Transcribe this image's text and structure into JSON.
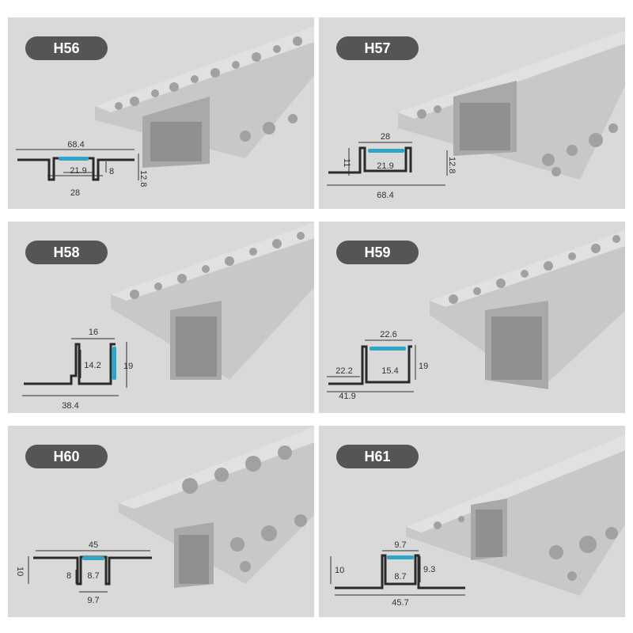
{
  "panels": [
    {
      "model": "H56",
      "dims": {
        "top": "68.4",
        "inner": "21.9",
        "depth_small": "8",
        "height": "12.8",
        "bottom": "28"
      }
    },
    {
      "model": "H57",
      "dims": {
        "top": "28",
        "side": "11",
        "inner": "21.9",
        "height": "12.8",
        "bottom": "68.4"
      }
    },
    {
      "model": "H58",
      "dims": {
        "top": "16",
        "inner": "14.2",
        "height": "19",
        "bottom": "38.4"
      }
    },
    {
      "model": "H59",
      "dims": {
        "top": "22.6",
        "left": "22.2",
        "inner": "15.4",
        "height": "19",
        "bottom": "41.9"
      }
    },
    {
      "model": "H60",
      "dims": {
        "top": "45",
        "side": "10",
        "depth_small": "8",
        "inner": "8.7",
        "bottom": "9.7"
      }
    },
    {
      "model": "H61",
      "dims": {
        "top": "9.7",
        "side": "10",
        "inner": "8.7",
        "height": "9.3",
        "bottom": "45.7"
      }
    }
  ],
  "colors": {
    "panel_bg": "#d9d9d9",
    "badge_bg": "#555557",
    "profile": "#2a2a2a",
    "led": "#2fa6c7",
    "aluminum": "#c7c8ca"
  }
}
